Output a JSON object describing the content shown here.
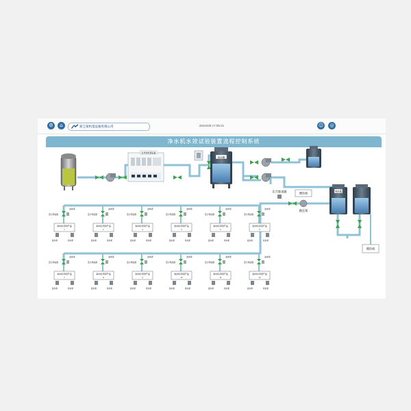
{
  "header": {
    "company_name": "浙江某机电设备有限公司",
    "datetime": "2024/4/8 17:05:21",
    "buttons": [
      {
        "icon": "device-icon"
      },
      {
        "icon": "home-icon"
      },
      {
        "icon": "user-icon"
      },
      {
        "icon": "settings-icon"
      }
    ]
  },
  "title": "净水机水效试验装置流程控制系统",
  "equipment": {
    "waste_tank": "废水箱",
    "pure_tank": "纯水箱",
    "pure_tank_2": "纯水箱",
    "pressure_sensor": "压力变送器",
    "stabilizer_pump": "稳压泵",
    "booster": "增压机",
    "booster_lower": "增压机",
    "lower_right": "增压机",
    "header_panel_title": "反渗透处理设备"
  },
  "station_labels": {
    "inlet_valve": "进水阀",
    "pressure_sensor": "压力传感器",
    "machine": "净水机/待测产品",
    "waste_valve": "废水阀",
    "pure_valve": "纯水阀"
  },
  "stations_row1": [
    "1",
    "2",
    "3",
    "4",
    "5",
    "6"
  ],
  "stations_row2": [
    "7",
    "8",
    "9",
    "10",
    "11",
    "12"
  ],
  "colors": {
    "pipe": "#8fc2d6",
    "valve": "#3fa34d",
    "title_bar": "#7eb5cf",
    "tank": "#3d4d5c"
  }
}
